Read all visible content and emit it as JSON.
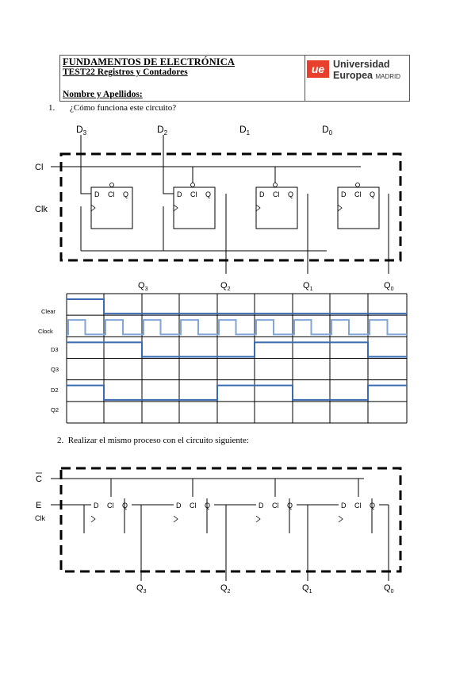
{
  "header": {
    "title": "FUNDAMENTOS DE ELECTRÓNICA",
    "subtitle": "TEST22 Registros y Contadores",
    "name_label": "Nombre y Apellidos:",
    "logo_badge": "ue",
    "logo_line1": "Universidad",
    "logo_line2": "Europea",
    "logo_city": "MADRID"
  },
  "question1": {
    "number": "1.",
    "text": "¿Cómo funciona este circuito?",
    "inputs": [
      "D",
      "D",
      "D",
      "D"
    ],
    "input_subs": [
      "3",
      "2",
      "1",
      "0"
    ],
    "clr_label": "Cl",
    "clk_label": "Clk",
    "ff_pins": [
      "D",
      "Cl",
      "Q"
    ],
    "outputs": [
      "Q",
      "Q",
      "Q",
      "Q"
    ],
    "output_subs": [
      "3",
      "2",
      "1",
      "0"
    ]
  },
  "timing": {
    "rows": [
      "Clear",
      "Clock",
      "D3",
      "Q3",
      "D2",
      "Q2"
    ],
    "clear_level": [
      1,
      0,
      0,
      0,
      0,
      0,
      0,
      0,
      0
    ],
    "d3_level": [
      1,
      1,
      0,
      0,
      0,
      1,
      1,
      1,
      0
    ],
    "d2_level": [
      1,
      0,
      0,
      0,
      1,
      1,
      0,
      0,
      1
    ]
  },
  "question2": {
    "number": "2.",
    "text": "Realizar el mismo proceso con el circuito siguiente:",
    "clr_label": "C",
    "e_label": "E",
    "clk_label": "Clk",
    "ff_pins": [
      "D",
      "Cl",
      "Q"
    ],
    "outputs": [
      "Q",
      "Q",
      "Q",
      "Q"
    ],
    "output_subs": [
      "3",
      "2",
      "1",
      "0"
    ]
  },
  "colors": {
    "accent": "#e8402c",
    "wave_dark": "#3a6bb0",
    "wave_light": "#7fa6d6",
    "ink": "#000000"
  }
}
